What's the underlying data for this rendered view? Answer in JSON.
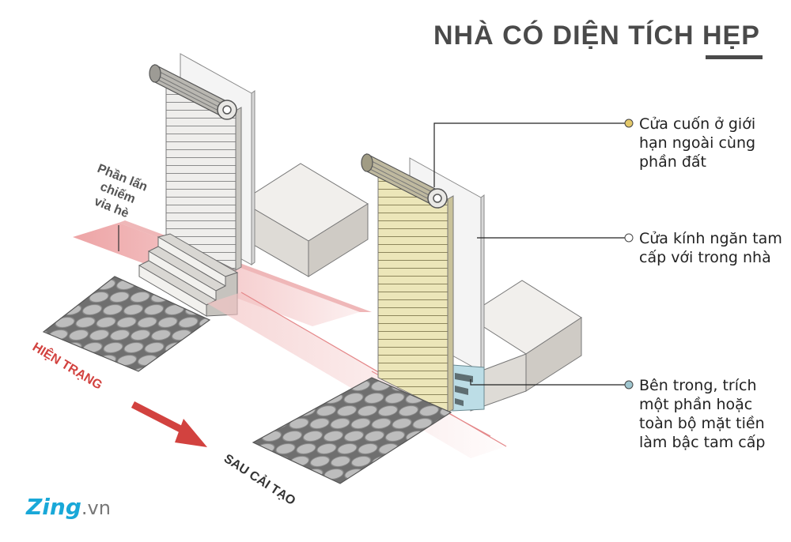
{
  "title": "NHÀ CÓ DIỆN TÍCH HẸP",
  "labels": {
    "encroach": [
      "Phần lấn",
      "chiếm",
      "vỉa hè"
    ],
    "before": "HIỆN TRẠNG",
    "after": "SAU CẢI TẠO"
  },
  "callouts": [
    {
      "lines": [
        "Cửa cuốn ở giới",
        "hạn ngoài cùng",
        "phần đất"
      ],
      "dot_color": "#e3c86a"
    },
    {
      "lines": [
        "Cửa kính ngăn tam",
        "cấp với trong nhà"
      ],
      "dot_color": "#ffffff"
    },
    {
      "lines": [
        "Bên trong, trích",
        "một phần hoặc",
        "toàn bộ mặt tiền",
        "làm bậc tam cấp"
      ],
      "dot_color": "#9fc6cf"
    }
  ],
  "logo": {
    "brand": "Zing",
    "suffix": ".vn"
  },
  "colors": {
    "red_zone": "#e8888a",
    "red_arrow": "#d2423f",
    "shutter_grey": "#e4e2de",
    "shutter_beige": "#e6dfae",
    "glass_blue": "#bcdde6",
    "title": "#4a4a4a"
  }
}
